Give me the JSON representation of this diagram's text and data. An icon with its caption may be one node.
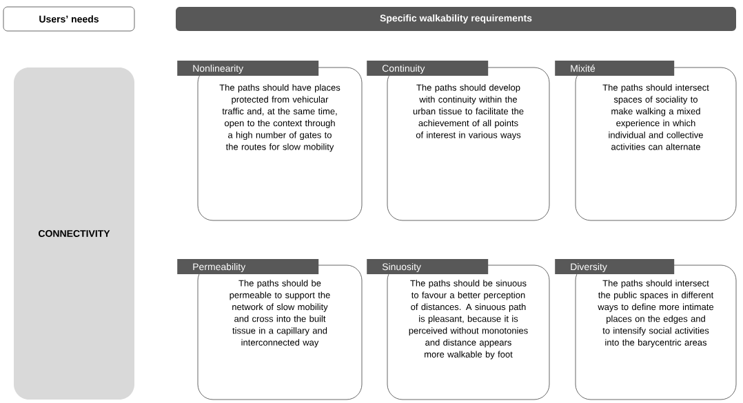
{
  "diagram": {
    "nodes": [
      {
        "text": [
          "Users’ needs"
        ]
      },
      {
        "text": [
          "Specific walkability requirements"
        ]
      },
      {
        "text": [
          "CONNECTIVITY"
        ]
      },
      {
        "text": [
          "Nonlinearity",
          "The paths should have places protected from vehicular traffic and, at the same time, open to the context through a high number of gates to the routes for slow mobility"
        ]
      },
      {
        "text": [
          "Continuity",
          "The paths should develop with continuity within the urban tissue to facilitate the achievement of all points of interest in various ways"
        ]
      },
      {
        "text": [
          "Mixité",
          "The paths should intersect spaces of sociality to make walking a mixed experience in which individual and collective activities can alternate"
        ]
      },
      {
        "text": [
          "Permeability",
          "The paths should be permeable to support the network of slow mobility and cross into the built tissue in a capillary and interconnected way"
        ]
      },
      {
        "text": [
          "Sinuosity",
          "The paths should be sinuous to favour a better perception of distances. A sinuous path is pleasant, because it is perceived without monotonies and distance appears more walkable by foot"
        ]
      },
      {
        "text": [
          "Diversity",
          "The paths should intersect the public spaces in different ways to define more intimate places on the edges and to intensify social activities into the barycentric areas"
        ]
      }
    ]
  }
}
